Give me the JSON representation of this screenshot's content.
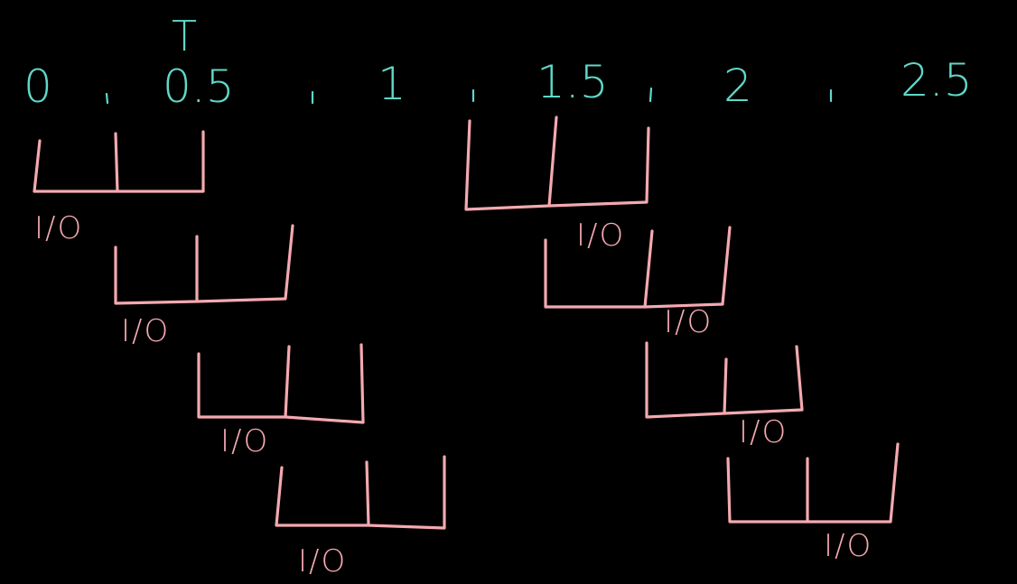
{
  "colors": {
    "background": "#000000",
    "axis": "#5fd8c8",
    "bars": "#f4a9b0"
  },
  "marker": "T",
  "axis_labels": [
    "0",
    "0.5",
    "1",
    "1.5",
    "2",
    "2.5"
  ],
  "io_label": "I/O"
}
